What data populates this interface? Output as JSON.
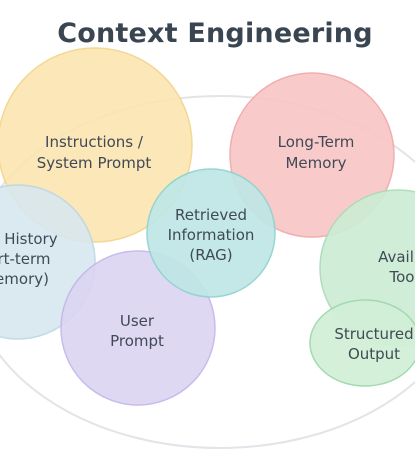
{
  "title": "Context Engineering",
  "colors": {
    "instructions": "#fbe6b3",
    "long_term": "#f9c6c6",
    "history": "#d8e8ef",
    "retrieved": "#bfe7e6",
    "user": "#dcd4f2",
    "available": "#ccecd4",
    "structured": "#d2f0d8",
    "outer_ring": "#e1e4e8",
    "label": "#3f4a56"
  },
  "nodes": {
    "instructions": {
      "line1": "Instructions /",
      "line2": "System Prompt"
    },
    "long_term": {
      "line1": "Long-Term",
      "line2": "Memory"
    },
    "history": {
      "line1": "/ History",
      "line2": "rt-term",
      "line3": "emory)"
    },
    "retrieved": {
      "line1": "Retrieved",
      "line2": "Information",
      "line3": "(RAG)"
    },
    "user": {
      "line1": "User",
      "line2": "Prompt"
    },
    "available": {
      "line1": "Avail",
      "line2": "Too"
    },
    "structured": {
      "line1": "Structured",
      "line2": "Output"
    }
  }
}
